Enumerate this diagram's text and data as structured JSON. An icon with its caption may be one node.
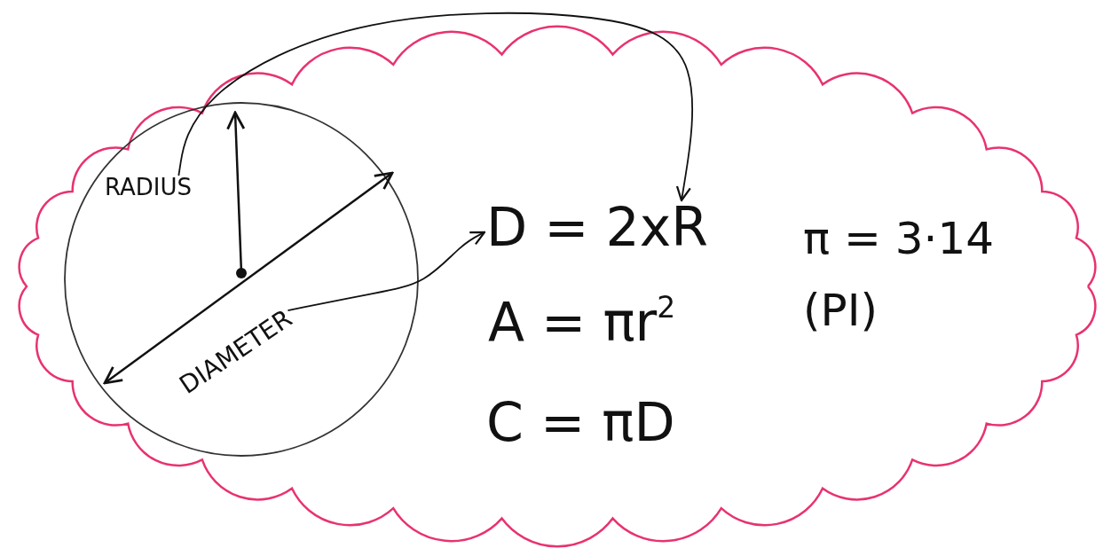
{
  "diagram": {
    "nodes": [
      {
        "text": [],
        "shape": "cloud"
      },
      {
        "text": [],
        "shape": "circle",
        "in": 0
      },
      {
        "text": [
          "RADIUS"
        ],
        "in": 1
      },
      {
        "text": [
          "DIAMETER"
        ],
        "in": 1
      },
      {
        "text": [
          "D = 2xR"
        ],
        "in": 0
      },
      {
        "text": [
          "A = πr$^{2}$"
        ],
        "in": 0
      },
      {
        "text": [
          "C = πD"
        ],
        "in": 0
      },
      {
        "text": [
          "π = 3·14"
        ],
        "in": 0
      },
      {
        "text": [
          "(PI)"
        ],
        "in": 0
      }
    ],
    "edges": [
      {
        "from": 2,
        "to": 4,
        "arrow": "to"
      },
      {
        "from": 3,
        "to": 4,
        "arrow": "to"
      }
    ]
  }
}
